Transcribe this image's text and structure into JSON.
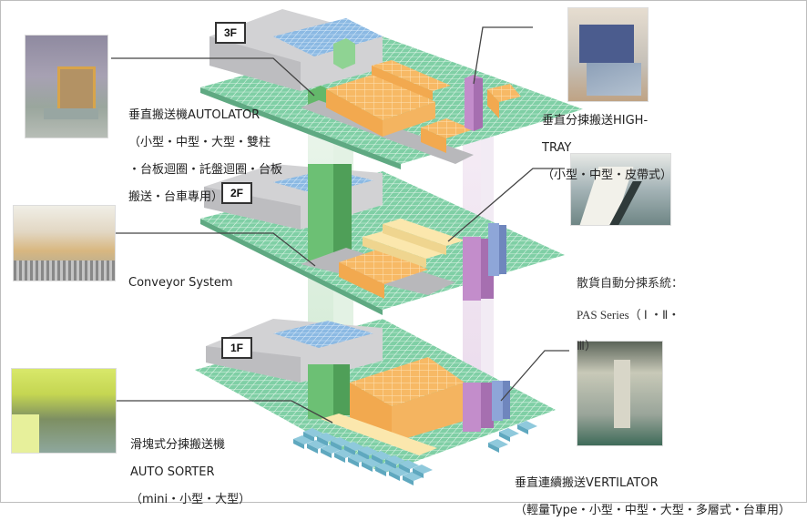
{
  "floors": [
    {
      "id": "3F",
      "label": "3F"
    },
    {
      "id": "2F",
      "label": "2F"
    },
    {
      "id": "1F",
      "label": "1F"
    }
  ],
  "callouts": {
    "autolator": {
      "line1": "垂直搬送機AUTOLATOR",
      "line2": "（小型・中型・大型・雙柱",
      "line3": "・台板迴圈・託盤迴圈・台板",
      "line4": "搬送・台車專用）",
      "photo_icon": "vertical-lift-photo"
    },
    "hightray": {
      "line1": "垂直分揀搬送HIGH-",
      "line2": "TRAY",
      "line3": "（小型・中型・皮帶式）",
      "photo_icon": "high-tray-photo"
    },
    "conveyor": {
      "line1": "Conveyor System",
      "photo_icon": "conveyor-photo"
    },
    "pas": {
      "line1": "散貨自動分揀系統：",
      "line2": "PAS Series（ Ⅰ ・Ⅱ・",
      "line3": "Ⅲ）",
      "photo_icon": "sorting-line-photo"
    },
    "autosorter": {
      "line1": "滑塊式分揀搬送機",
      "line2": "AUTO SORTER",
      "line3": "（mini・小型・大型）",
      "photo_icon": "auto-sorter-photo"
    },
    "vertilator": {
      "line1": "垂直連續搬送VERTILATOR",
      "line2": "（輕量Type・小型・中型・大型・多層式・台車用）",
      "photo_icon": "vertilator-photo"
    }
  },
  "colors": {
    "floor_grid": "#7fcfa5",
    "floor_grid_line": "#ffffff",
    "wall": "#c9c9cb",
    "cargo": "#f7b965",
    "cargo_light": "#fbe7ad",
    "autolator_green": "#63b86a",
    "hightray_purple": "#b77cc0",
    "vertilator_blue": "#7f97cc",
    "storage_blue": "#8bb9e3",
    "truck": "#8fc9dc"
  }
}
